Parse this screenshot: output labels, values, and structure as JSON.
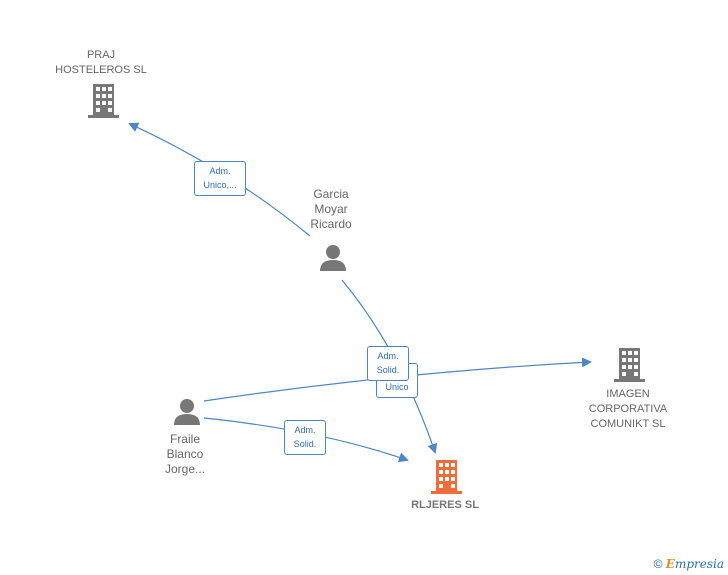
{
  "nodes": {
    "praj": {
      "label_line1": "PRAJ",
      "label_line2": "HOSTELEROS SL"
    },
    "garcia": {
      "label_line1": "Garcia",
      "label_line2": "Moyar",
      "label_line3": "Ricardo"
    },
    "imagen": {
      "label_line1": "IMAGEN",
      "label_line2": "CORPORATIVA",
      "label_line3": "COMUNIKT  SL"
    },
    "fraile": {
      "label_line1": "Fraile",
      "label_line2": "Blanco",
      "label_line3": "Jorge..."
    },
    "rljeres": {
      "label": "RLJERES  SL"
    }
  },
  "edges": {
    "e1": {
      "line1": "Adm.",
      "line2": "Unico,..."
    },
    "e2": {
      "line1": "Adm.",
      "line2": "Solid."
    },
    "e3": {
      "line1": "Unico"
    },
    "e4": {
      "line1": "Adm.",
      "line2": "Solid."
    }
  },
  "colors": {
    "company": "#777777",
    "main_company": "#f26b38",
    "person": "#777777",
    "edge": "#4a86c8"
  },
  "footer": {
    "copyright_symbol": "©",
    "brand_first": "E",
    "brand_rest": "mpresia"
  }
}
